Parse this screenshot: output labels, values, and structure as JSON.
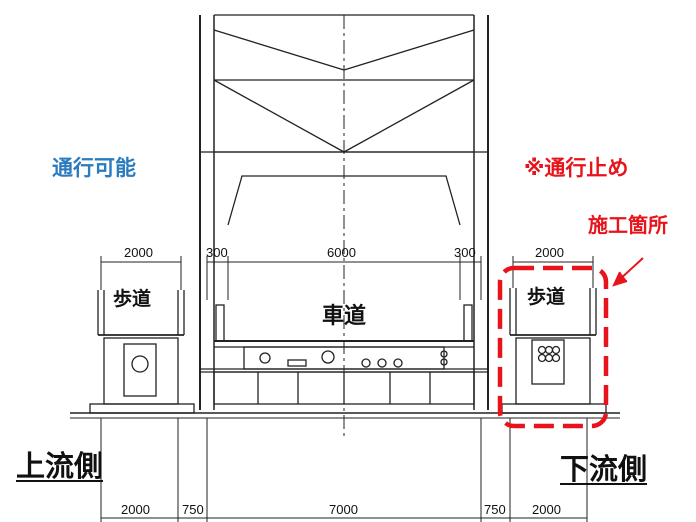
{
  "status": {
    "open_label": "通行可能",
    "closed_label": "※通行止め",
    "open_color": "#2b7bbf",
    "closed_color": "#e8141c"
  },
  "site_label": "施工箇所",
  "highlight_color": "#e8141c",
  "sidewalk_label": "歩道",
  "roadway_label": "車道",
  "sides": {
    "upstream": "上流側",
    "downstream": "下流側"
  },
  "dims_top": {
    "left_walk": "2000",
    "left_edge": "300",
    "road": "6000",
    "right_edge": "300",
    "right_walk": "2000"
  },
  "dims_bottom": {
    "left_walk": "2000",
    "left_gap": "750",
    "road": "7000",
    "right_gap": "750",
    "right_walk": "2000"
  }
}
